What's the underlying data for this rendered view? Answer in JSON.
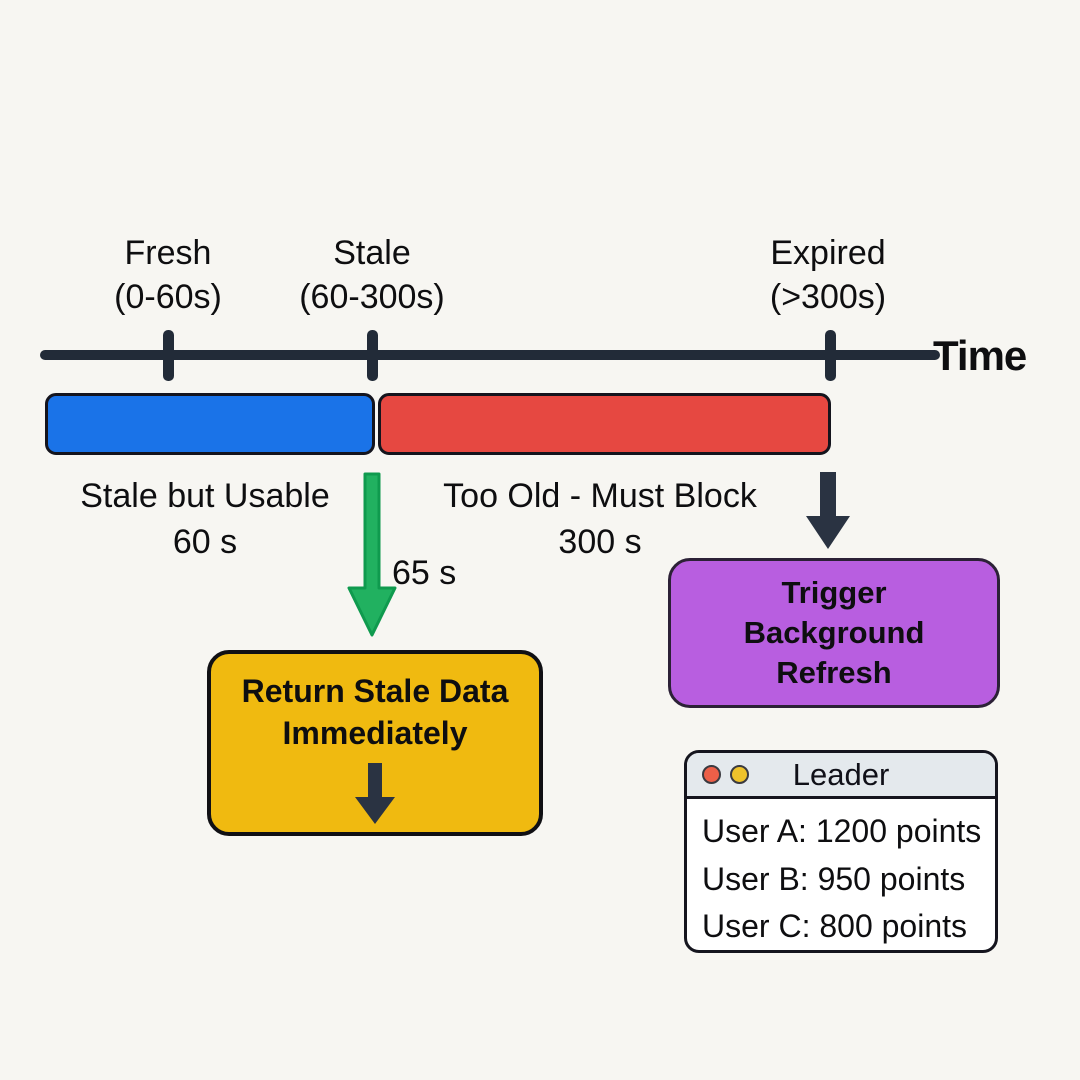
{
  "background_color": "#f7f6f2",
  "timeline": {
    "label": "Time",
    "line_color": "#222b38",
    "phases": [
      {
        "name": "Fresh",
        "range": "(0-60s)"
      },
      {
        "name": "Stale",
        "range": "(60-300s)"
      },
      {
        "name": "Expired",
        "range": "(>300s)"
      }
    ]
  },
  "bar": {
    "fresh_color": "#1a73e8",
    "expired_color": "#e64841"
  },
  "annotations": {
    "stale_usable_line1": "Stale but Usable",
    "stale_usable_line2": "60 s",
    "too_old_line1": "Too Old - Must Block",
    "too_old_line2": "300 s",
    "age_marker": "65 s"
  },
  "arrows": {
    "green_fill": "#21b160",
    "green_stroke": "#0f9a4e",
    "dark_fill": "#2a3342"
  },
  "boxes": {
    "return_stale": {
      "text": "Return Stale Data Immediately",
      "fill": "#f0ba10"
    },
    "trigger_refresh": {
      "text": "Trigger Background Refresh",
      "fill": "#b85ee0"
    }
  },
  "leader_window": {
    "title": "Leader",
    "titlebar_color": "#e4e9ed",
    "dot_red": "#ec5f48",
    "dot_yellow": "#eec22b",
    "rows": [
      "User A: 1200 points",
      "User B: 950 points",
      "User C: 800 points"
    ]
  }
}
